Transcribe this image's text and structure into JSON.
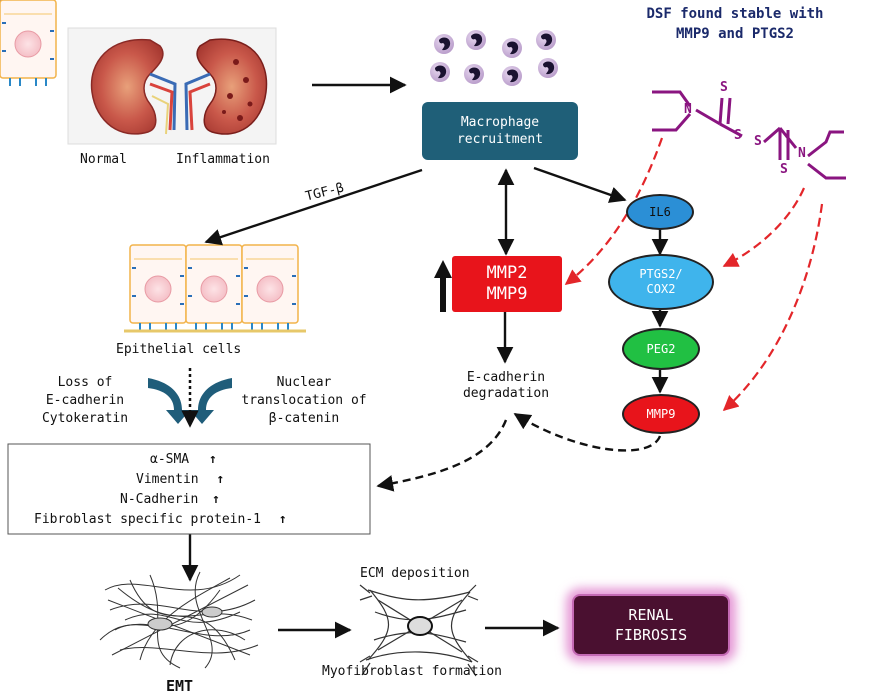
{
  "header": {
    "line1": "DSF found stable with",
    "line2": "MMP9 and PTGS2"
  },
  "kidney": {
    "normal_label": "Normal",
    "inflammation_label": "Inflammation"
  },
  "macrophage": {
    "line1": "Macrophage",
    "line2": "recruitment"
  },
  "tgf_label": "TGF-β",
  "epithelial_label": "Epithelial cells",
  "mmp_box": {
    "line1": "MMP2",
    "line2": "MMP9"
  },
  "ecadherin": {
    "line1": "E-cadherin",
    "line2": "degradation"
  },
  "pathway": {
    "il6": "IL6",
    "ptgs2_line1": "PTGS2/",
    "ptgs2_line2": "COX2",
    "peg2": "PEG2",
    "mmp9": "MMP9"
  },
  "dsf_atoms": {
    "s1": "S",
    "s2": "S",
    "s3": "S",
    "s4": "S",
    "n1": "N",
    "n2": "N"
  },
  "loss": {
    "line1": "Loss of",
    "line2": "E-cadherin",
    "line3": "Cytokeratin"
  },
  "nuclear": {
    "line1": "Nuclear",
    "line2": "translocation of",
    "line3": "β-catenin"
  },
  "markers": [
    {
      "name": "α-SMA",
      "arrow": "↑"
    },
    {
      "name": "Vimentin",
      "arrow": "↑"
    },
    {
      "name": "N-Cadherin",
      "arrow": "↑"
    },
    {
      "name": "Fibroblast specific protein-1",
      "arrow": "↑"
    }
  ],
  "ecm_label": "ECM deposition",
  "myofibroblast_label": "Myofibroblast formation",
  "emt_label": "EMT",
  "renal": {
    "line1": "RENAL",
    "line2": "FIBROSIS"
  },
  "colors": {
    "macrophage_box": "#1f5f78",
    "mmp_red": "#e8141b",
    "il6_blue": "#2b8fd6",
    "ptgs2_blue": "#3fb4ec",
    "peg2_green": "#21c043",
    "dsf_purple": "#8a1580",
    "renal_box": "#4a1030",
    "header_navy": "#1b2a6b"
  }
}
